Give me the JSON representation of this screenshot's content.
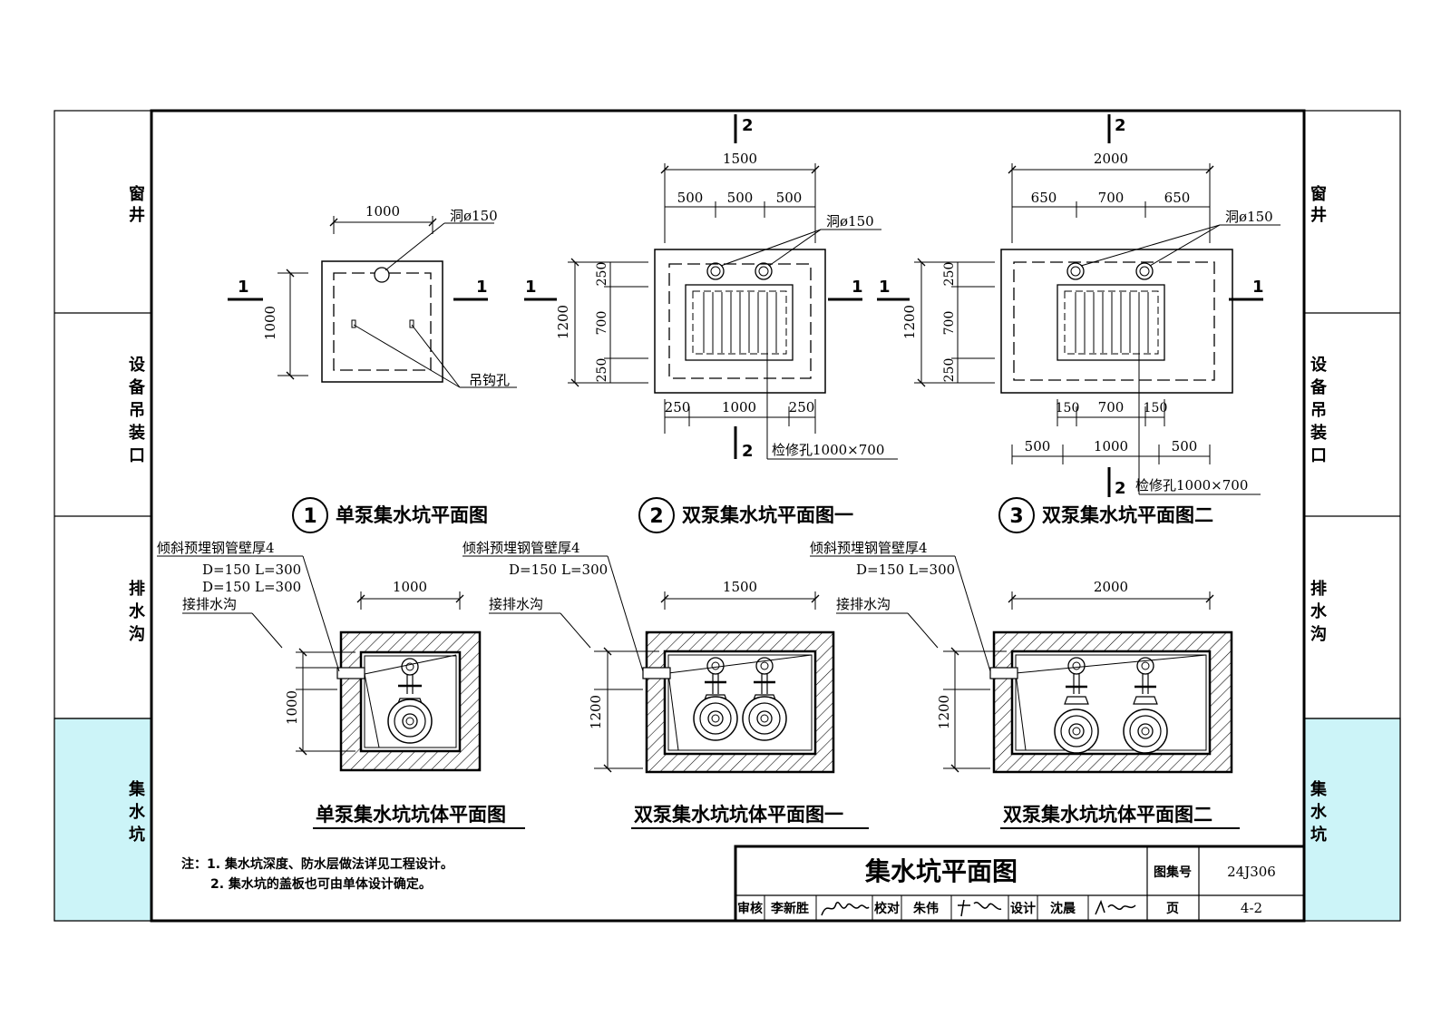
{
  "side_tabs": [
    "窗井",
    "设备吊装口",
    "排水沟",
    "集水坑"
  ],
  "colors": {
    "active_tab": "#ccf4f8",
    "line": "#000000",
    "paper": "#ffffff"
  },
  "plan1": {
    "width": "1000",
    "height": "1000",
    "hole_label": "洞ø150",
    "hook_label": "吊钩孔",
    "sec1": "1",
    "title_num": "1",
    "title": "单泵集水坑平面图"
  },
  "plan2": {
    "width": "1500",
    "w1": "500",
    "w2": "500",
    "w3": "500",
    "height": "1200",
    "h1": "250",
    "h2": "700",
    "h3": "250",
    "b1": "250",
    "b2": "1000",
    "b3": "250",
    "hole_label": "洞ø150",
    "access_label": "检修孔1000×700",
    "sec1": "1",
    "sec2": "2",
    "title_num": "2",
    "title": "双泵集水坑平面图一"
  },
  "plan3": {
    "width": "2000",
    "w1": "650",
    "w2": "700",
    "w3": "650",
    "height": "1200",
    "h1": "250",
    "h2": "700",
    "h3": "250",
    "i1": "150",
    "i2": "700",
    "i3": "150",
    "b1": "500",
    "b2": "1000",
    "b3": "500",
    "hole_label": "洞ø150",
    "access_label": "检修孔1000×700",
    "sec1": "1",
    "sec2": "2",
    "title_num": "3",
    "title": "双泵集水坑平面图二"
  },
  "body1": {
    "pipe_label": "倾斜预埋钢管壁厚4",
    "pipe_dim1": "D=150 L=300",
    "pipe_dim2": "D=150 L=300",
    "drain_label": "接排水沟",
    "width": "1000",
    "height": "1000",
    "title": "单泵集水坑坑体平面图"
  },
  "body2": {
    "pipe_label": "倾斜预埋钢管壁厚4",
    "pipe_dim": "D=150 L=300",
    "drain_label": "接排水沟",
    "width": "1500",
    "height": "1200",
    "title": "双泵集水坑坑体平面图一"
  },
  "body3": {
    "pipe_label": "倾斜预埋钢管壁厚4",
    "pipe_dim": "D=150 L=300",
    "drain_label": "接排水沟",
    "width": "2000",
    "height": "1200",
    "title": "双泵集水坑坑体平面图二"
  },
  "notes": {
    "n1": "注：1. 集水坑深度、防水层做法详见工程设计。",
    "n2": "2. 集水坑的盖板也可由单体设计确定。"
  },
  "titleblock": {
    "title": "集水坑平面图",
    "atlas_label": "图集号",
    "atlas_no": "24J306",
    "page_label": "页",
    "page_no": "4-2",
    "review_label": "审核",
    "reviewer": "李新胜",
    "check_label": "校对",
    "checker": "朱伟",
    "design_label": "设计",
    "designer": "沈晨"
  }
}
